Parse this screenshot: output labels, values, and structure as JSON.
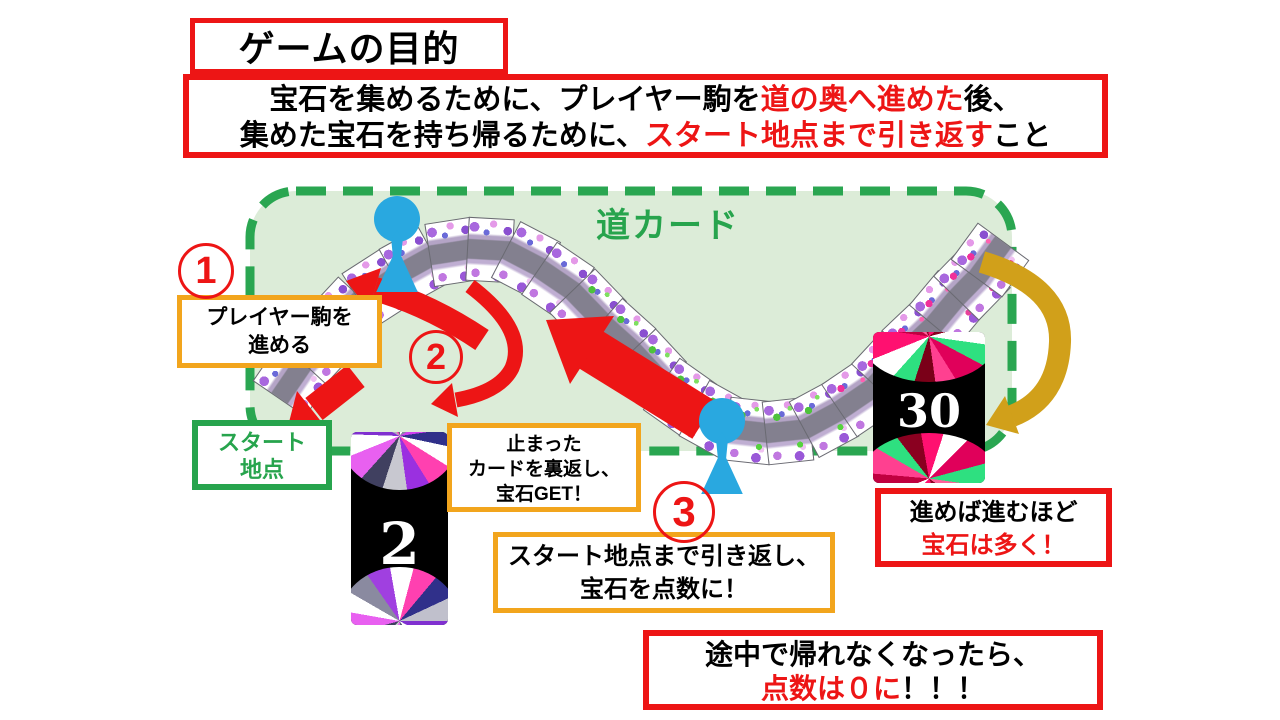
{
  "title": "ゲームの目的",
  "subtitle": {
    "line1": [
      {
        "text": "宝石を集めるために、プレイヤー駒を"
      },
      {
        "text": "道の奥へ進めた"
      },
      {
        "text": "後、"
      }
    ],
    "line2": [
      {
        "text": "集めた宝石を持ち帰るために、"
      },
      {
        "text": "スタート地点まで引き返す"
      },
      {
        "text": "こと"
      }
    ]
  },
  "zone": {
    "label": "道カード"
  },
  "start_point": {
    "lines": [
      "スタート",
      "地点"
    ]
  },
  "steps": [
    {
      "num": "1",
      "lines": [
        "プレイヤー駒を",
        "進める"
      ]
    },
    {
      "num": "2",
      "lines": [
        "止まった",
        "カードを裏返し、",
        "宝石GET！"
      ]
    },
    {
      "num": "3",
      "lines": [
        "スタート地点まで引き返し、",
        "宝石を点数に！"
      ]
    }
  ],
  "treasure_cards": {
    "near_value": "2",
    "far_value": "30"
  },
  "reward_note": {
    "line1": "進めば進むほど",
    "line2": "宝石は多く！"
  },
  "penalty_note": {
    "line1": "途中で帰れなくなったら、",
    "line2_red": "点数は０に",
    "line2_black": "！！！"
  },
  "colors": {
    "accent_red": "#ed1515",
    "accent_orange": "#f2a51d",
    "accent_green": "#27a44d",
    "zone_fill": "#dcecd8",
    "arrow_gold": "#d1a01a",
    "pawn_blue": "#29a8e0"
  }
}
